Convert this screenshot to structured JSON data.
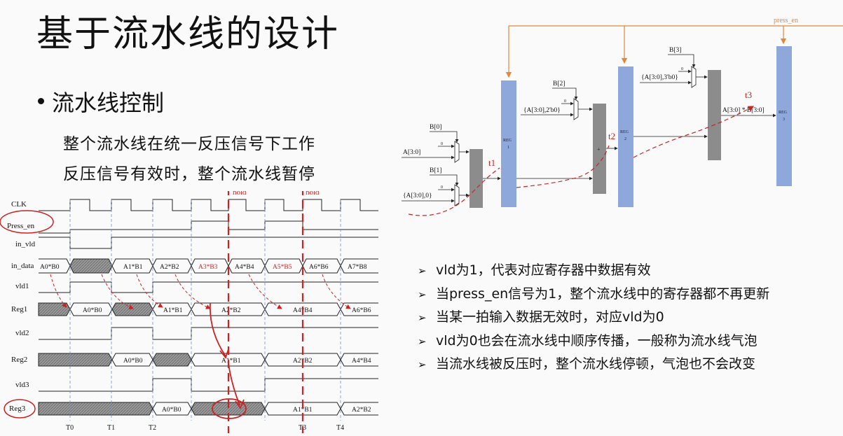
{
  "title": "基于流水线的设计",
  "bullet": "流水线控制",
  "sub_lines": [
    "整个流水线在统一反压信号下工作",
    "反压信号有效时，整个流水线暂停"
  ],
  "notes": [
    "vld为1，代表对应寄存器中数据有效",
    "当press_en信号为1，整个流水线中的寄存器都不再更新",
    "当某一拍输入数据无效时，对应vld为0",
    "vld为0也会在流水线中顺序传播，一般称为流水线气泡",
    "当流水线被反压时，整个流水线停顿，气泡也不会改变"
  ],
  "note_marker": "➢",
  "colors": {
    "reg_blue": "#8fa8dc",
    "reg_gray": "#8c8c8c",
    "press_line": "#e0883c",
    "annotation_red": "#cc2222",
    "red_data": "#cc2222"
  },
  "timing": {
    "signals": [
      "CLK",
      "Press_en",
      "in_vld",
      "in_data",
      "vld1",
      "Reg1",
      "vld2",
      "Reg2",
      "vld3",
      "Reg3"
    ],
    "in_data": [
      "A0*B0",
      "A1*B1",
      "A2*B2",
      "A3*B3",
      "A4*B4",
      "A5*B5",
      "A6*B6",
      "A7*B8"
    ],
    "reg1": [
      "A0*B0",
      "A1*B1",
      "A2*B2",
      "A4*B4",
      "A6*B6"
    ],
    "reg2": [
      "A0*B0",
      "A1*B1",
      "A2*B2",
      "A4*B4"
    ],
    "reg3": [
      "A0*B0",
      "A1*B1",
      "A2*B2"
    ],
    "hold": [
      "hold",
      "hold"
    ],
    "times": [
      "T0",
      "T1",
      "T2",
      "T3",
      "T4"
    ]
  },
  "pipeline": {
    "press_en": "press_en",
    "b_inputs": [
      "B[0]",
      "B[1]",
      "B[2]",
      "B[3]"
    ],
    "a_inputs": [
      "A[3:0]",
      "{A[3:0],0}",
      "{A[3:0],2'b0}",
      "{A[3:0],3'b0}"
    ],
    "zero": "0",
    "regs": [
      {
        "name": "REG",
        "num": "1"
      },
      {
        "name": "REG",
        "num": "2"
      },
      {
        "name": "REG",
        "num": "3"
      }
    ],
    "output": "A[3:0] * B[3:0]",
    "t_labels": [
      "t1",
      "t2",
      "t3"
    ],
    "plus": "+"
  }
}
